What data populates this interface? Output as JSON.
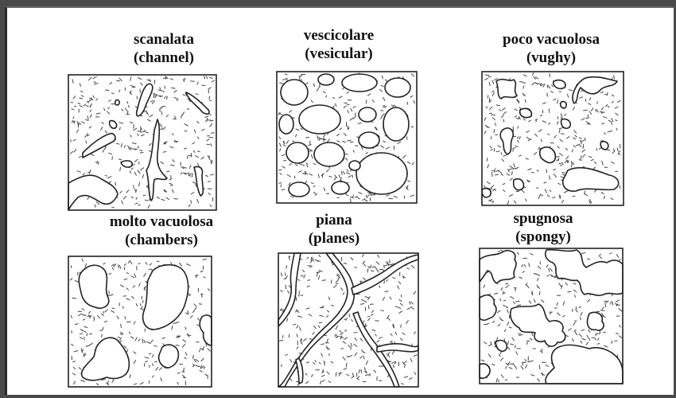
{
  "panels": [
    {
      "key": "channel",
      "label_it": "scanalata",
      "label_en": "(channel)"
    },
    {
      "key": "vesicular",
      "label_it": "vescicolare",
      "label_en": "(vesicular)"
    },
    {
      "key": "vughy",
      "label_it": "poco vacuolosa",
      "label_en": "(vughy)"
    },
    {
      "key": "chambers",
      "label_it": "molto vacuolosa",
      "label_en": "(chambers)"
    },
    {
      "key": "planes",
      "label_it": "piana",
      "label_en": "(planes)"
    },
    {
      "key": "spongy",
      "label_it": "spugnosa",
      "label_en": "(spongy)"
    }
  ]
}
